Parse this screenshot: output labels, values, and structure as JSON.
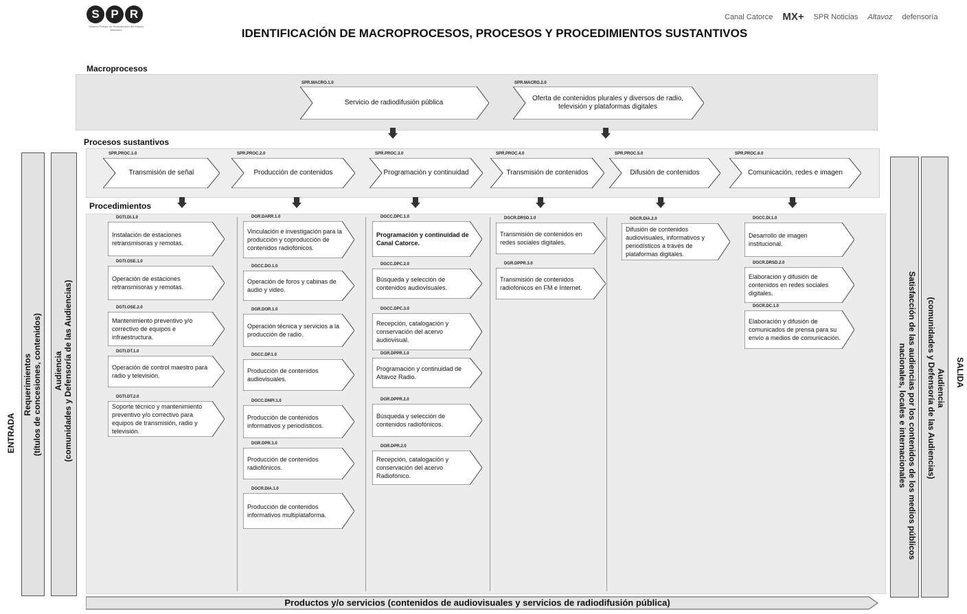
{
  "logo": {
    "text": [
      "S",
      "P",
      "R"
    ],
    "caption": "Sistema Público de Radiodifusión del Estado Mexicano"
  },
  "partners": [
    "Canal Catorce",
    "MX+",
    "SPR Noticias",
    "Altavoz",
    "defensoría"
  ],
  "title": "IDENTIFICACIÓN DE MACROPROCESOS, PROCESOS Y PROCEDIMIENTOS SUSTANTIVOS",
  "labels": {
    "macro": "Macroprocesos",
    "procesos": "Procesos sustantivos",
    "procedimientos": "Procedimientos",
    "entrada": "ENTRADA",
    "salida": "SALIDA",
    "bottom": "Productos y/o servicios (contenidos de audiovisuales y servicios de radiodifusión pública)"
  },
  "left_panels": [
    {
      "line1": "Requerimientos",
      "line2": "(títulos de concesiones, contenidos)"
    },
    {
      "line1": "Audiencia",
      "line2": "(comunidades y Defensoría de las Audiencias)"
    }
  ],
  "right_panels": [
    {
      "line1": "Satisfacción de las audiencias por los contenidos de los medios públicos",
      "line2": "nacionales, locales e internacionales"
    },
    {
      "line1": "Audiencia",
      "line2": "(comunidades y Defensoría de las Audiencias)"
    }
  ],
  "macroprocesos": [
    {
      "code": "SPR.MACRO.1.0",
      "text": "Servicio de radiodifusión pública"
    },
    {
      "code": "SPR.MACRO.2.0",
      "text": "Oferta de contenidos plurales y diversos de radio, televisión y plataformas digitales"
    }
  ],
  "procesos": [
    {
      "code": "SPR.PROC.1.0",
      "text": "Transmisión de señal"
    },
    {
      "code": "SPR.PROC.2.0",
      "text": "Producción de contenidos"
    },
    {
      "code": "SPR.PROC.3.0",
      "text": "Programación y continuidad"
    },
    {
      "code": "SPR.PROC.4.0",
      "text": "Transmisión de contenidos"
    },
    {
      "code": "SPR.PROC.5.0",
      "text": "Difusión de contenidos"
    },
    {
      "code": "SPR.PROC.6.0",
      "text": "Comunicación, redes e imagen"
    }
  ],
  "procedimientos": [
    [
      {
        "code": "DGTI.DI.1.0",
        "text": "Instalación de estaciones retransmisoras y remotas."
      },
      {
        "code": "DGTI.OSE.1.0",
        "text": "Operación de estaciones retransmisoras y remotas."
      },
      {
        "code": "DGTI.OSE.2.0",
        "text": "Mantenimiento preventivo y/o correctivo de equipos e infraestructura."
      },
      {
        "code": "DGTI.DT.1.0",
        "text": "Operación de control maestro para radio y televisión."
      },
      {
        "code": "DGTI.DT.2.0",
        "text": "Soporte técnico y mantenimiento preventivo y/o correctivo para equipos de transmisión, radio y televisión."
      }
    ],
    [
      {
        "code": "DGR.DARR.1.0",
        "text": "Vinculación e investigación para la producción y coproducción de contenidos radiofónicos."
      },
      {
        "code": "DGCC.DO.1.0",
        "text": "Operación de foros y cabinas de audio y video."
      },
      {
        "code": "DGR.DOR.1.0",
        "text": "Operación técnica y servicios a la producción de radio."
      },
      {
        "code": "DGCC.DP.1.0",
        "text": "Producción de contenidos audiovisuales."
      },
      {
        "code": "DGCC.DNPI.1.0",
        "text": "Producción de contenidos informativos y periodísticos."
      },
      {
        "code": "DGR.DPR.1.0",
        "text": "Producción de contenidos radiofónicos."
      },
      {
        "code": "DGCR.DIA.1.0",
        "text": "Producción de contenidos informativos multiplataforma."
      }
    ],
    [
      {
        "code": "DGCC.DPC.1.0",
        "text": "Programación y continuidad de Canal Catorce."
      },
      {
        "code": "DGCC.DPC.2.0",
        "text": "Búsqueda y selección de contenidos audiovisuales."
      },
      {
        "code": "DGCC.DPC.3.0",
        "text": "Recepción, catalogación y conservación del acervo audiovisual."
      },
      {
        "code": "DGR.DPPR.1.0",
        "text": "Programación y continuidad de Altavoz Radio."
      },
      {
        "code": "DGR.DPPR.2.0",
        "text": "Búsqueda y selección de contenidos radiofónicos."
      },
      {
        "code": "DGR.DPR.2.0",
        "text": "Recepción, catalogación y conservación del acervo Radiofónico."
      }
    ],
    [
      {
        "code": "DGCR.DRSD.1.0",
        "text": "Transmisión de contenidos en redes sociales digitales."
      },
      {
        "code": "DGR.DPPR.3.0",
        "text": "Transmisión de contenidos radiofónicos en FM e Internet."
      }
    ],
    [
      {
        "code": "DGCR.DIA.2.0",
        "text": "Difusión de contenidos audiovisuales, informativos y periodísticos a través de plataformas digitales."
      }
    ],
    [
      {
        "code": "DGCC.DI.1.0",
        "text": "Desarrollo de imagen institucional."
      },
      {
        "code": "DGCR.DRSD.2.0",
        "text": "Elaboración y difusión de contenidos en redes sociales digitales."
      },
      {
        "code": "DGCR.DC.1.0",
        "text": "Elaboración y difusión de comunicados de prensa para su envío a medios de comunicación."
      }
    ]
  ]
}
